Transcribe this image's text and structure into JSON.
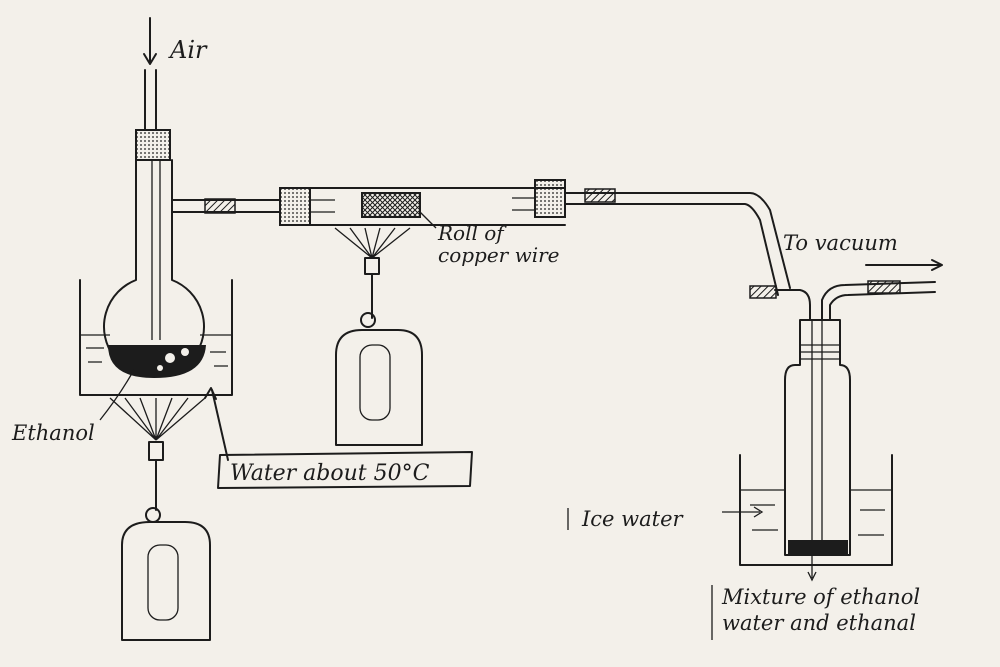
{
  "diagram": {
    "labels": {
      "air": "Air",
      "copper_line1": "Roll of",
      "copper_line2": "copper wire",
      "vacuum": "To vacuum",
      "ethanol": "Ethanol",
      "water_bath": "Water about 50°C",
      "ice_water": "Ice water",
      "mixture_line1": "Mixture of ethanol",
      "mixture_line2": "water and ethanal"
    },
    "colors": {
      "ink": "#1c1c1c",
      "paper": "#f3f0ea"
    }
  }
}
